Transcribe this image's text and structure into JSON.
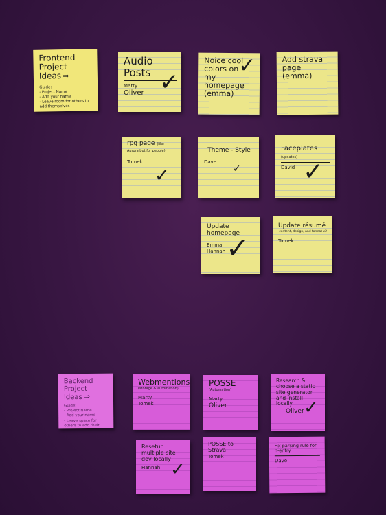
{
  "notes": [
    {
      "title": "Frontend Project Ideas",
      "arrow": "⇒",
      "guide_label": "Guide:",
      "guide_items": [
        "- Project Name",
        "- Add your name",
        "- Leave room for others to add themselves"
      ]
    },
    {
      "title": "Audio Posts",
      "names": [
        "Marty",
        "Oliver"
      ],
      "check": "✓"
    },
    {
      "title": "Noice cool colors on my homepage (emma)",
      "check": "✓"
    },
    {
      "title": "Add strava page (emma)"
    },
    {
      "title": "rpg page",
      "aside": "(like Aurora but for people)",
      "names": [
        "Tomek"
      ],
      "check": "✓"
    },
    {
      "title": "Theme - Style",
      "names": [
        "Dave"
      ],
      "check": "✓"
    },
    {
      "title": "Faceplates",
      "aside": "(updates)",
      "names": [
        "David"
      ],
      "check": "✓"
    },
    {
      "title": "Update homepage",
      "names": [
        "Emma",
        "Hannah"
      ],
      "check": "✓"
    },
    {
      "title": "Update résumé",
      "aside": "content, design, and format v2",
      "names": [
        "Tomek"
      ]
    },
    {
      "title": "Backend Project Ideas",
      "arrow": "⇒",
      "guide_label": "Guide:",
      "guide_items": [
        "- Project Name",
        "- Add your name",
        "- Leave space for others to add their names"
      ]
    },
    {
      "title": "Webmentions",
      "aside": "(storage & automation)",
      "names": [
        "Marty",
        "Tomek"
      ]
    },
    {
      "title": "POSSE",
      "aside": "(Automation)",
      "names": [
        "Marty",
        "Oliver"
      ]
    },
    {
      "title": "Research & choose a static site generator and install locally",
      "names": [
        "Oliver"
      ],
      "check": "✓"
    },
    {
      "title": "Resetup multiple site dev locally",
      "names": [
        "Hannah"
      ],
      "check": "✓"
    },
    {
      "title": "POSSE to Strava",
      "names": [
        "Tomek"
      ]
    },
    {
      "title": "Fix parsing rule for h-entry",
      "names": [
        "Dave"
      ]
    }
  ]
}
